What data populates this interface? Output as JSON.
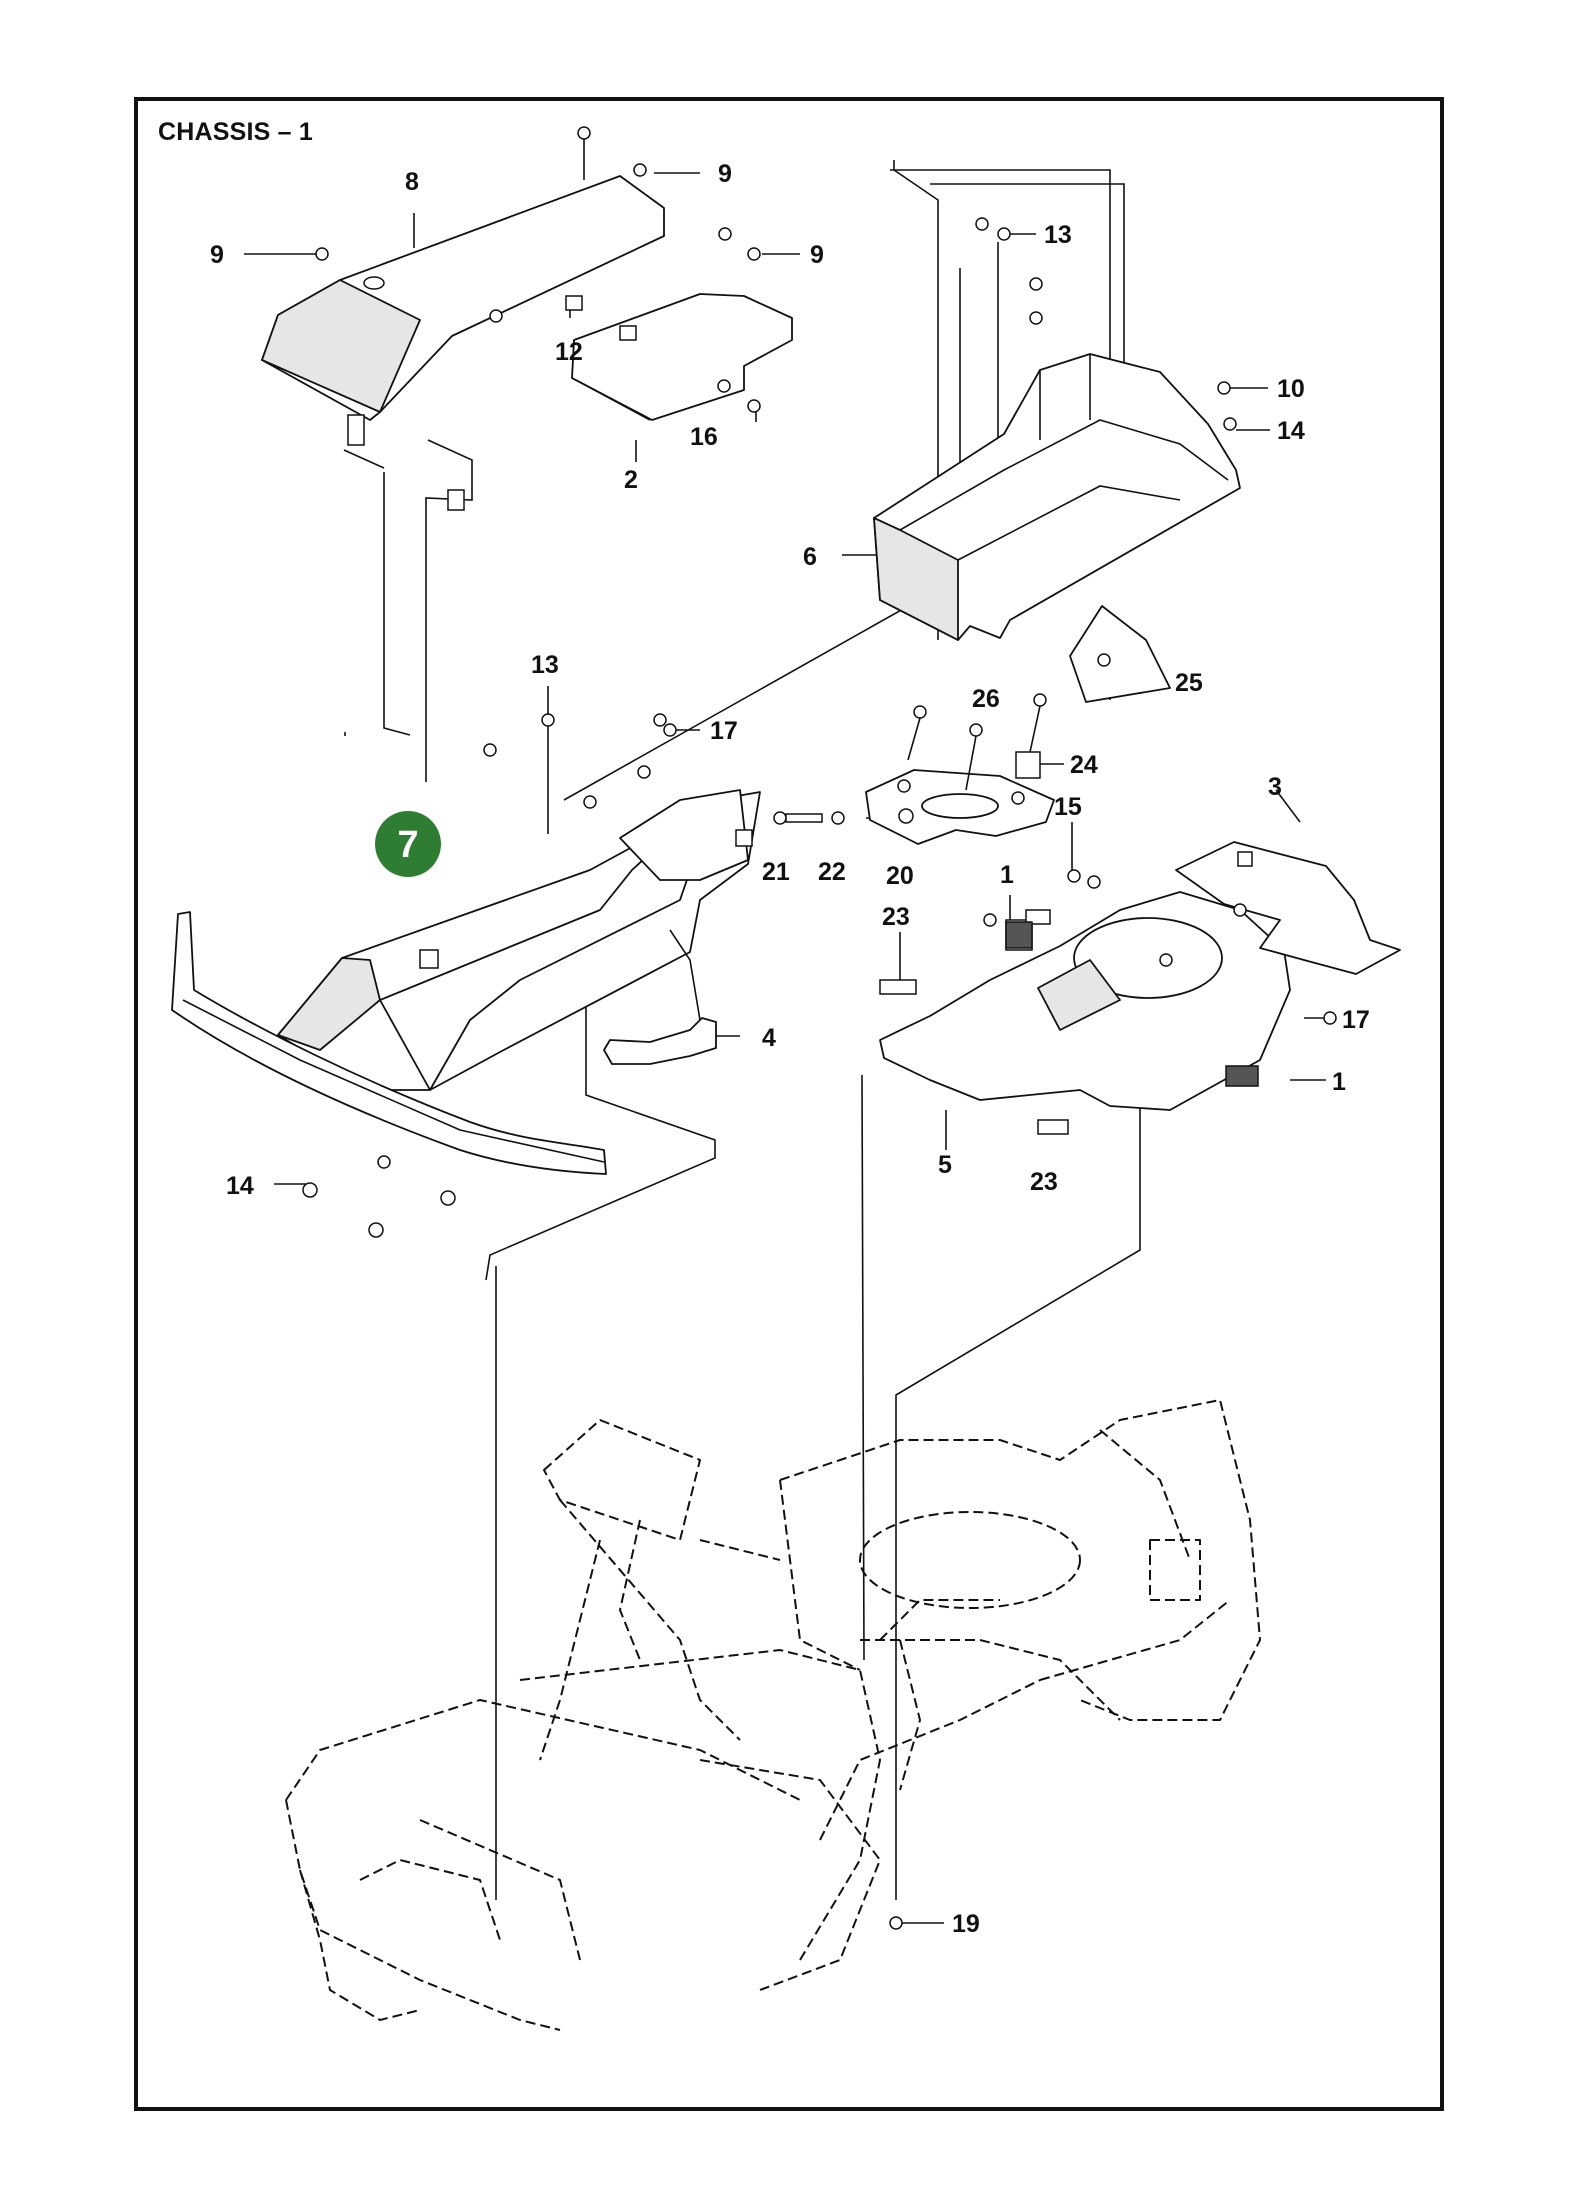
{
  "title": "CHASSIS – 1",
  "callout": {
    "number": "7",
    "color": "#2e7d32"
  },
  "labels": [
    {
      "id": "l8",
      "text": "8"
    },
    {
      "id": "l9a",
      "text": "9"
    },
    {
      "id": "l9b",
      "text": "9"
    },
    {
      "id": "l9c",
      "text": "9"
    },
    {
      "id": "l12",
      "text": "12"
    },
    {
      "id": "l2",
      "text": "2"
    },
    {
      "id": "l16",
      "text": "16"
    },
    {
      "id": "l13a",
      "text": "13"
    },
    {
      "id": "l10",
      "text": "10"
    },
    {
      "id": "l14a",
      "text": "14"
    },
    {
      "id": "l6",
      "text": "6"
    },
    {
      "id": "l25",
      "text": "25"
    },
    {
      "id": "l13b",
      "text": "13"
    },
    {
      "id": "l17a",
      "text": "17"
    },
    {
      "id": "l26",
      "text": "26"
    },
    {
      "id": "l24",
      "text": "24"
    },
    {
      "id": "l3",
      "text": "3"
    },
    {
      "id": "l15",
      "text": "15"
    },
    {
      "id": "l21",
      "text": "21"
    },
    {
      "id": "l22",
      "text": "22"
    },
    {
      "id": "l20",
      "text": "20"
    },
    {
      "id": "l1a",
      "text": "1"
    },
    {
      "id": "l23a",
      "text": "23"
    },
    {
      "id": "l4",
      "text": "4"
    },
    {
      "id": "l17b",
      "text": "17"
    },
    {
      "id": "l1b",
      "text": "1"
    },
    {
      "id": "l5",
      "text": "5"
    },
    {
      "id": "l23b",
      "text": "23"
    },
    {
      "id": "l14b",
      "text": "14"
    },
    {
      "id": "l19",
      "text": "19"
    }
  ]
}
